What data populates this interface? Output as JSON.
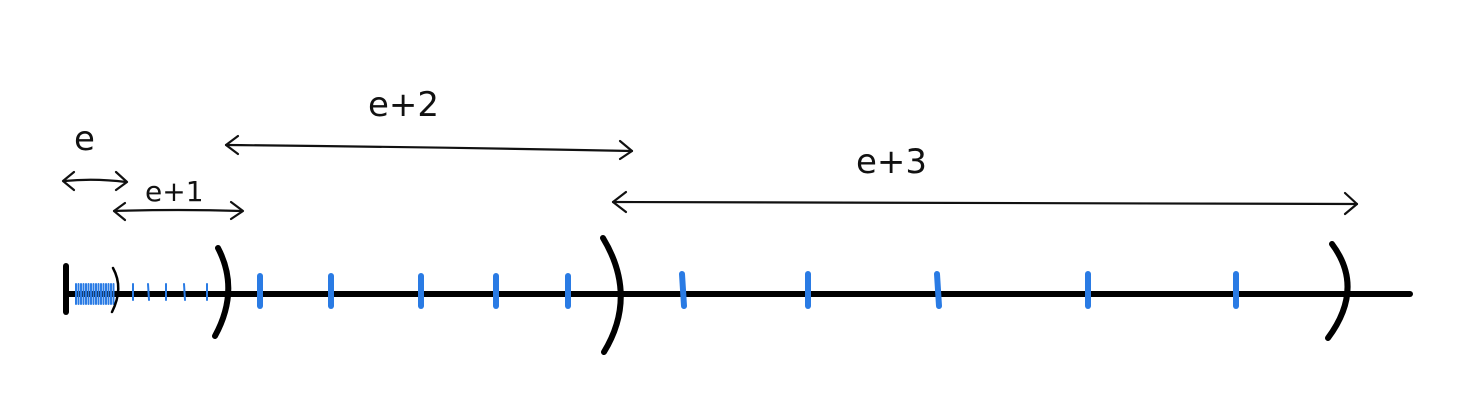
{
  "diagram": {
    "stroke_color": "#000000",
    "tick_color": "#2a7be4",
    "labels": {
      "e": "e",
      "e_plus_1": "e+1",
      "e_plus_2": "e+2",
      "e_plus_3": "e+3"
    }
  }
}
